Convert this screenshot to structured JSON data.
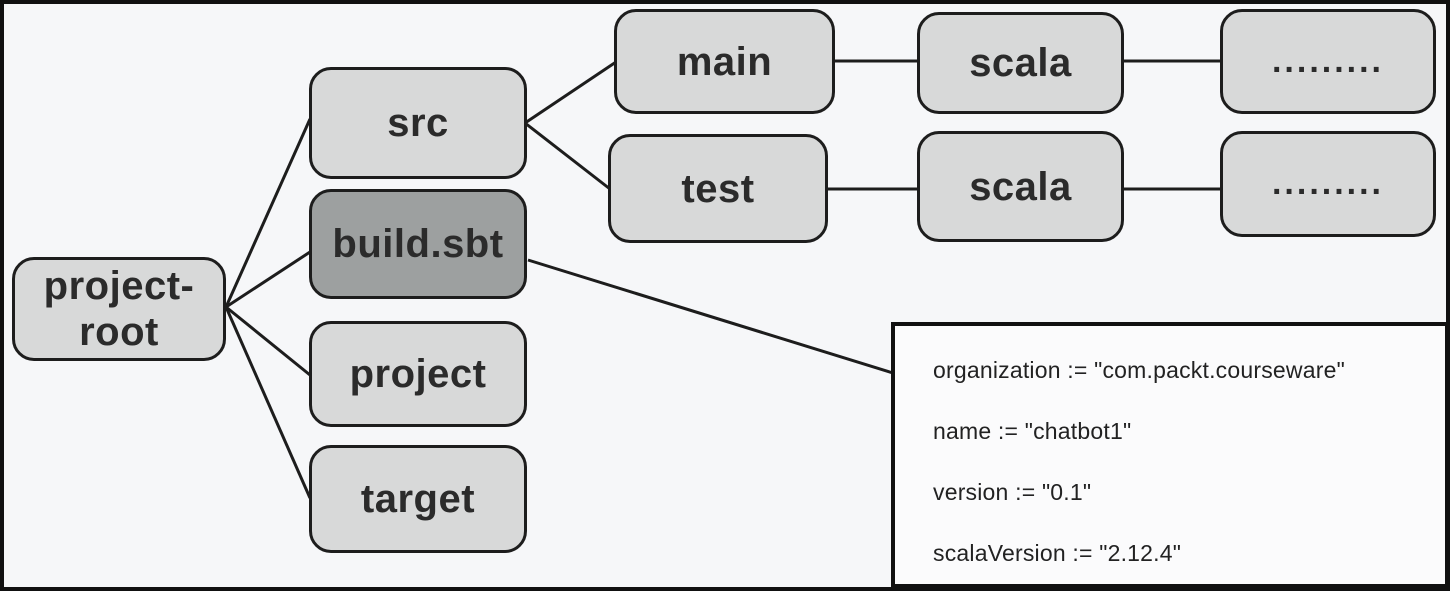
{
  "figure": {
    "type": "directory-tree-diagram",
    "description": "sbt project root folder structure with build.sbt contents"
  },
  "nodes": {
    "project_root": {
      "label": "project-root",
      "highlighted": false
    },
    "src": {
      "label": "src",
      "highlighted": false
    },
    "build_sbt": {
      "label": "build.sbt",
      "highlighted": true
    },
    "project": {
      "label": "project",
      "highlighted": false
    },
    "target": {
      "label": "target",
      "highlighted": false
    },
    "main": {
      "label": "main",
      "highlighted": false
    },
    "test": {
      "label": "test",
      "highlighted": false
    },
    "scala_main": {
      "label": "scala",
      "highlighted": false
    },
    "scala_test": {
      "label": "scala",
      "highlighted": false
    },
    "ellipsis_main": {
      "label": ".........",
      "highlighted": false
    },
    "ellipsis_test": {
      "label": ".........",
      "highlighted": false
    }
  },
  "edges": [
    {
      "from": "project-root",
      "to": "src"
    },
    {
      "from": "project-root",
      "to": "build.sbt"
    },
    {
      "from": "project-root",
      "to": "project"
    },
    {
      "from": "project-root",
      "to": "target"
    },
    {
      "from": "src",
      "to": "main"
    },
    {
      "from": "src",
      "to": "test"
    },
    {
      "from": "main",
      "to": "scala (main)"
    },
    {
      "from": "test",
      "to": "scala (test)"
    },
    {
      "from": "scala (main)",
      "to": "ellipsis (main)"
    },
    {
      "from": "scala (test)",
      "to": "ellipsis (test)"
    },
    {
      "from": "build.sbt",
      "to": "build.sbt contents panel"
    }
  ],
  "code_panel": {
    "lines": [
      "organization := \"com.packt.courseware\"",
      "name := \"chatbot1\"",
      "version := \"0.1\"",
      "scalaVersion := \"2.12.4\""
    ]
  },
  "colors": {
    "node_fill": "#d8d9d9",
    "highlight_fill": "#9da0a0",
    "stroke": "#1d1d1d",
    "background": "#f6f7f9",
    "panel_background": "#fbfbfc"
  }
}
